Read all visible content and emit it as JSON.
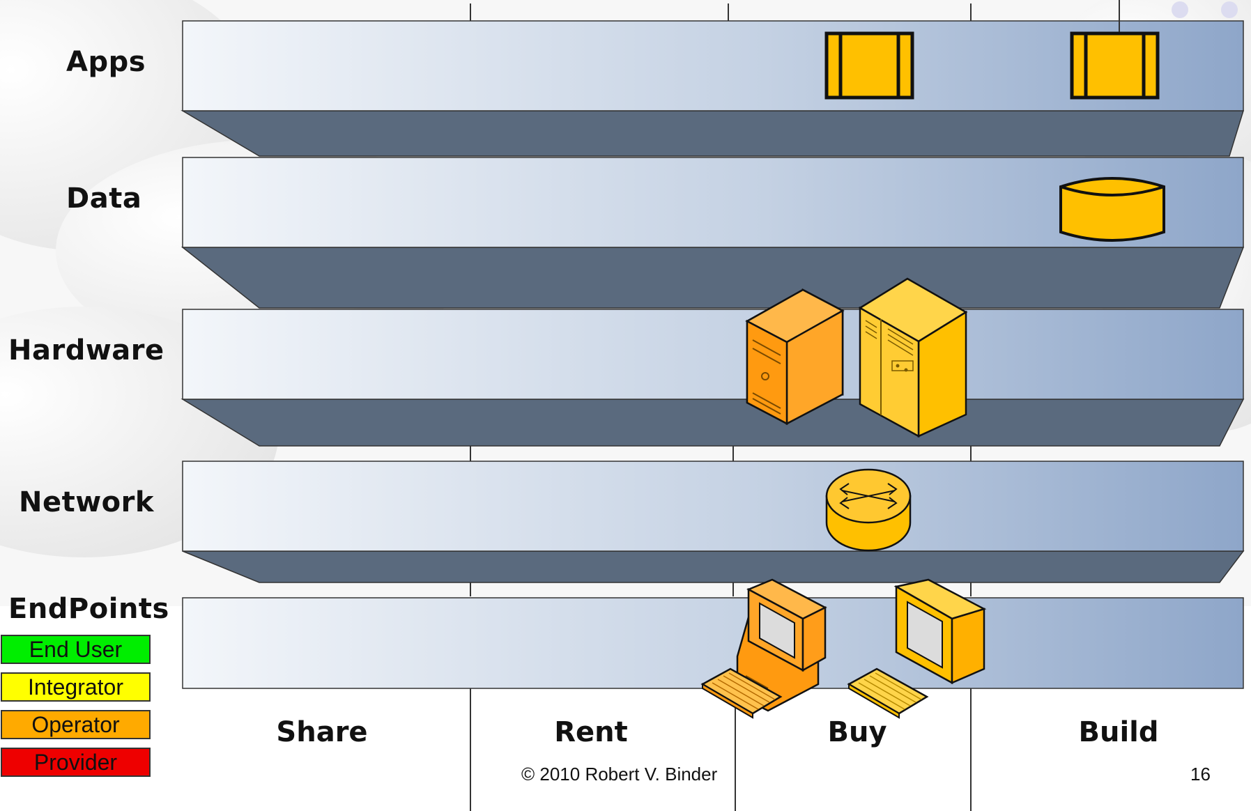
{
  "rows": [
    {
      "label": "Apps"
    },
    {
      "label": "Data"
    },
    {
      "label": "Hardware"
    },
    {
      "label": "Network"
    },
    {
      "label": "EndPoints"
    }
  ],
  "columns": [
    {
      "label": "Share"
    },
    {
      "label": "Rent"
    },
    {
      "label": "Buy"
    },
    {
      "label": "Build"
    }
  ],
  "legend": [
    {
      "label": "End User",
      "color": "#00ee00"
    },
    {
      "label": "Integrator",
      "color": "#ffff00"
    },
    {
      "label": "Operator",
      "color": "#ffaa00"
    },
    {
      "label": "Provider",
      "color": "#ee0000"
    }
  ],
  "icons": {
    "apps_buy": "application-icon",
    "apps_build": "application-icon",
    "data_build": "database-icon",
    "hardware_buy_tower": "server-tower-icon",
    "hardware_buy_rack": "server-rack-icon",
    "network_buy": "router-icon",
    "endpoints_buy_pc": "desktop-computer-icon",
    "endpoints_buy_terminal": "terminal-icon"
  },
  "colors": {
    "shelf_light": "#eef2f8",
    "shelf_dark": "#8ea6c9",
    "shelf_underside": "#5a6a7e",
    "icon_yellow": "#ffc000",
    "icon_orange": "#ffa31a"
  },
  "footer": {
    "copyright": "© 2010 Robert V. Binder",
    "page_number": "16"
  }
}
